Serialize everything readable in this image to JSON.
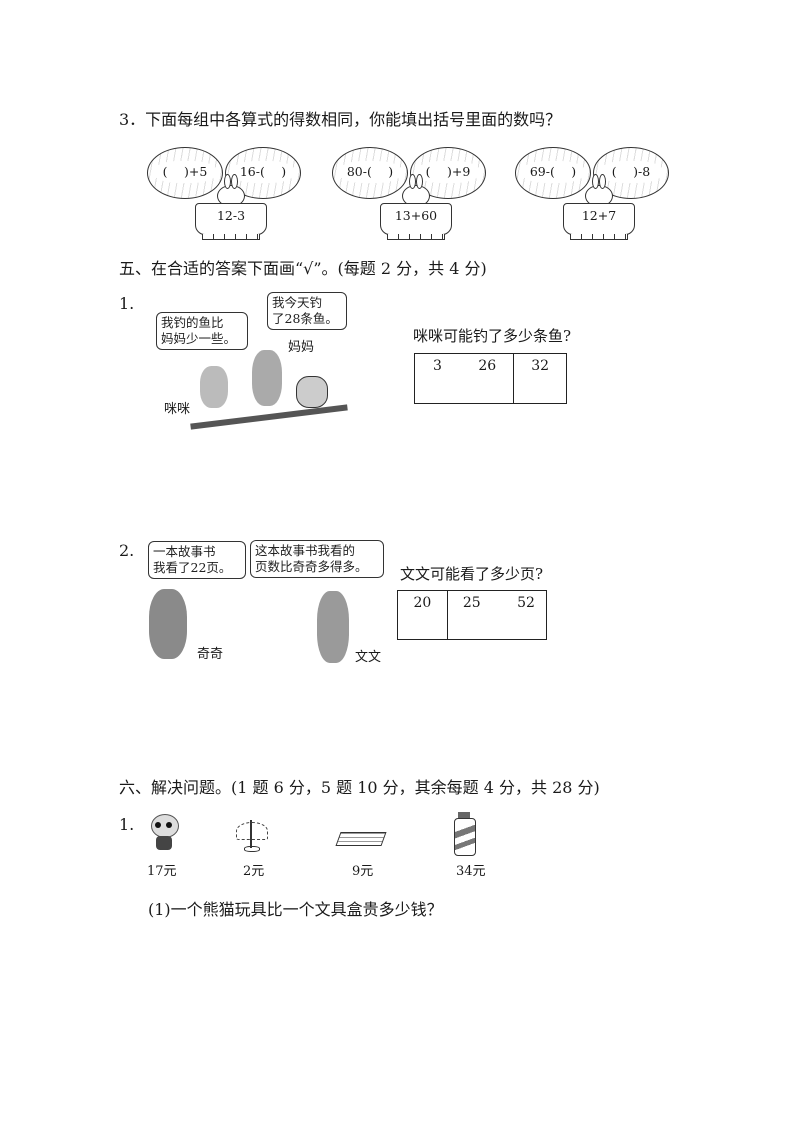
{
  "q3": {
    "title": "3．下面每组中各算式的得数相同，你能填出括号里面的数吗？",
    "groups": [
      {
        "left": "(　 )+5",
        "right": "16-(　 )",
        "basket": "12-3"
      },
      {
        "left": "80-(　 )",
        "right": "(　 )+9",
        "basket": "13+60"
      },
      {
        "left": "69-(　 )",
        "right": "(　 )-8",
        "basket": "12+7"
      }
    ]
  },
  "section5": {
    "title": "五、在合适的答案下面画“√”。(每题 2 分，共 4 分)",
    "problem1": {
      "number": "1.",
      "bubble_mimi": [
        "我钓的鱼比",
        "妈妈少一些。"
      ],
      "bubble_mama": [
        "我今天钓",
        "了28条鱼。"
      ],
      "label_mama": "妈妈",
      "label_mimi": "咪咪",
      "question": "咪咪可能钓了多少条鱼?",
      "options": [
        "3",
        "26",
        "32"
      ]
    },
    "problem2": {
      "number": "2.",
      "bubble_qiqi": [
        "一本故事书",
        "我看了22页。"
      ],
      "bubble_wenwen": [
        "这本故事书我看的",
        "页数比奇奇多得多。"
      ],
      "label_qiqi": "奇奇",
      "label_wenwen": "文文",
      "question": "文文可能看了多少页?",
      "options": [
        "20",
        "25",
        "52"
      ]
    }
  },
  "section6": {
    "title": "六、解决问题。(1 题 6 分，5 题 10 分，其余每题 4 分，共 28 分)",
    "problem1": {
      "number": "1.",
      "items": [
        {
          "name": "panda-toy",
          "price": "17元"
        },
        {
          "name": "plant",
          "price": "2元"
        },
        {
          "name": "stationery-box",
          "price": "9元"
        },
        {
          "name": "thermos",
          "price": "34元"
        }
      ],
      "sub1": "(1)一个熊猫玩具比一个文具盒贵多少钱？"
    }
  }
}
